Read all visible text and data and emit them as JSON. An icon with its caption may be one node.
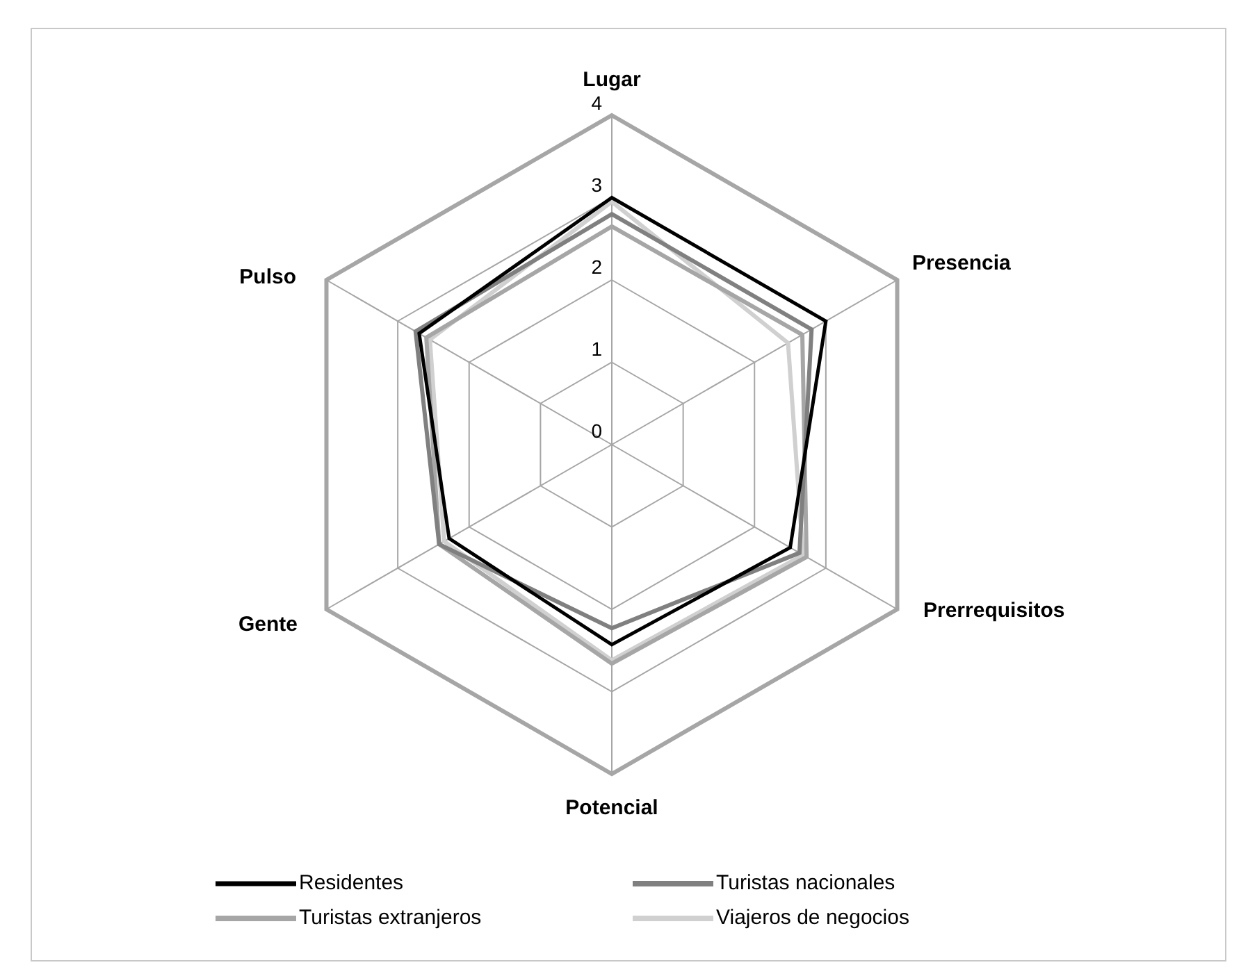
{
  "diagram": {
    "labels": [
      "Lugar",
      "4",
      "3",
      "Presencia",
      "Pulso",
      "2",
      "1",
      "0",
      "Prerrequisitos",
      "Gente",
      "Potencial"
    ],
    "legend": [
      {
        "text": "Residentes"
      },
      {
        "text": "Turistas nacionales"
      },
      {
        "text": "Turistas extranjeros"
      },
      {
        "text": "Viajeros de negocios"
      }
    ]
  }
}
